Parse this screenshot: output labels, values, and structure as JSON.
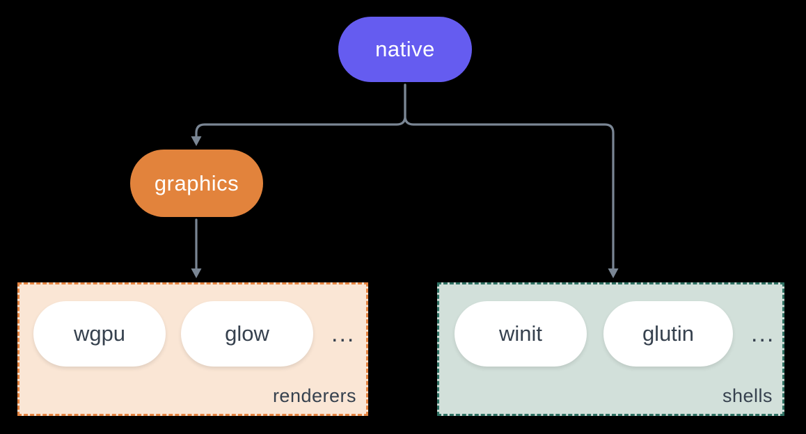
{
  "diagram": {
    "background_color": "#000000",
    "connector_color": "#7a8694",
    "nodes": {
      "native": {
        "label": "native",
        "fill": "#655cf0",
        "text_color": "#ffffff"
      },
      "graphics": {
        "label": "graphics",
        "fill": "#e2833c",
        "text_color": "#ffffff"
      }
    },
    "groups": [
      {
        "label": "renderers",
        "fill": "#fae6d5",
        "border_color": "#e58441",
        "items": [
          "wgpu",
          "glow"
        ],
        "ellipsis": "...",
        "item_fill": "#ffffff",
        "item_text_color": "#36414e"
      },
      {
        "label": "shells",
        "fill": "#d2e0da",
        "border_color": "#2f7163",
        "items": [
          "winit",
          "glutin"
        ],
        "ellipsis": "...",
        "item_fill": "#ffffff",
        "item_text_color": "#36414e"
      }
    ],
    "edges": [
      {
        "from": "native",
        "to": "graphics"
      },
      {
        "from": "native",
        "to": "shells"
      },
      {
        "from": "graphics",
        "to": "renderers"
      }
    ]
  }
}
